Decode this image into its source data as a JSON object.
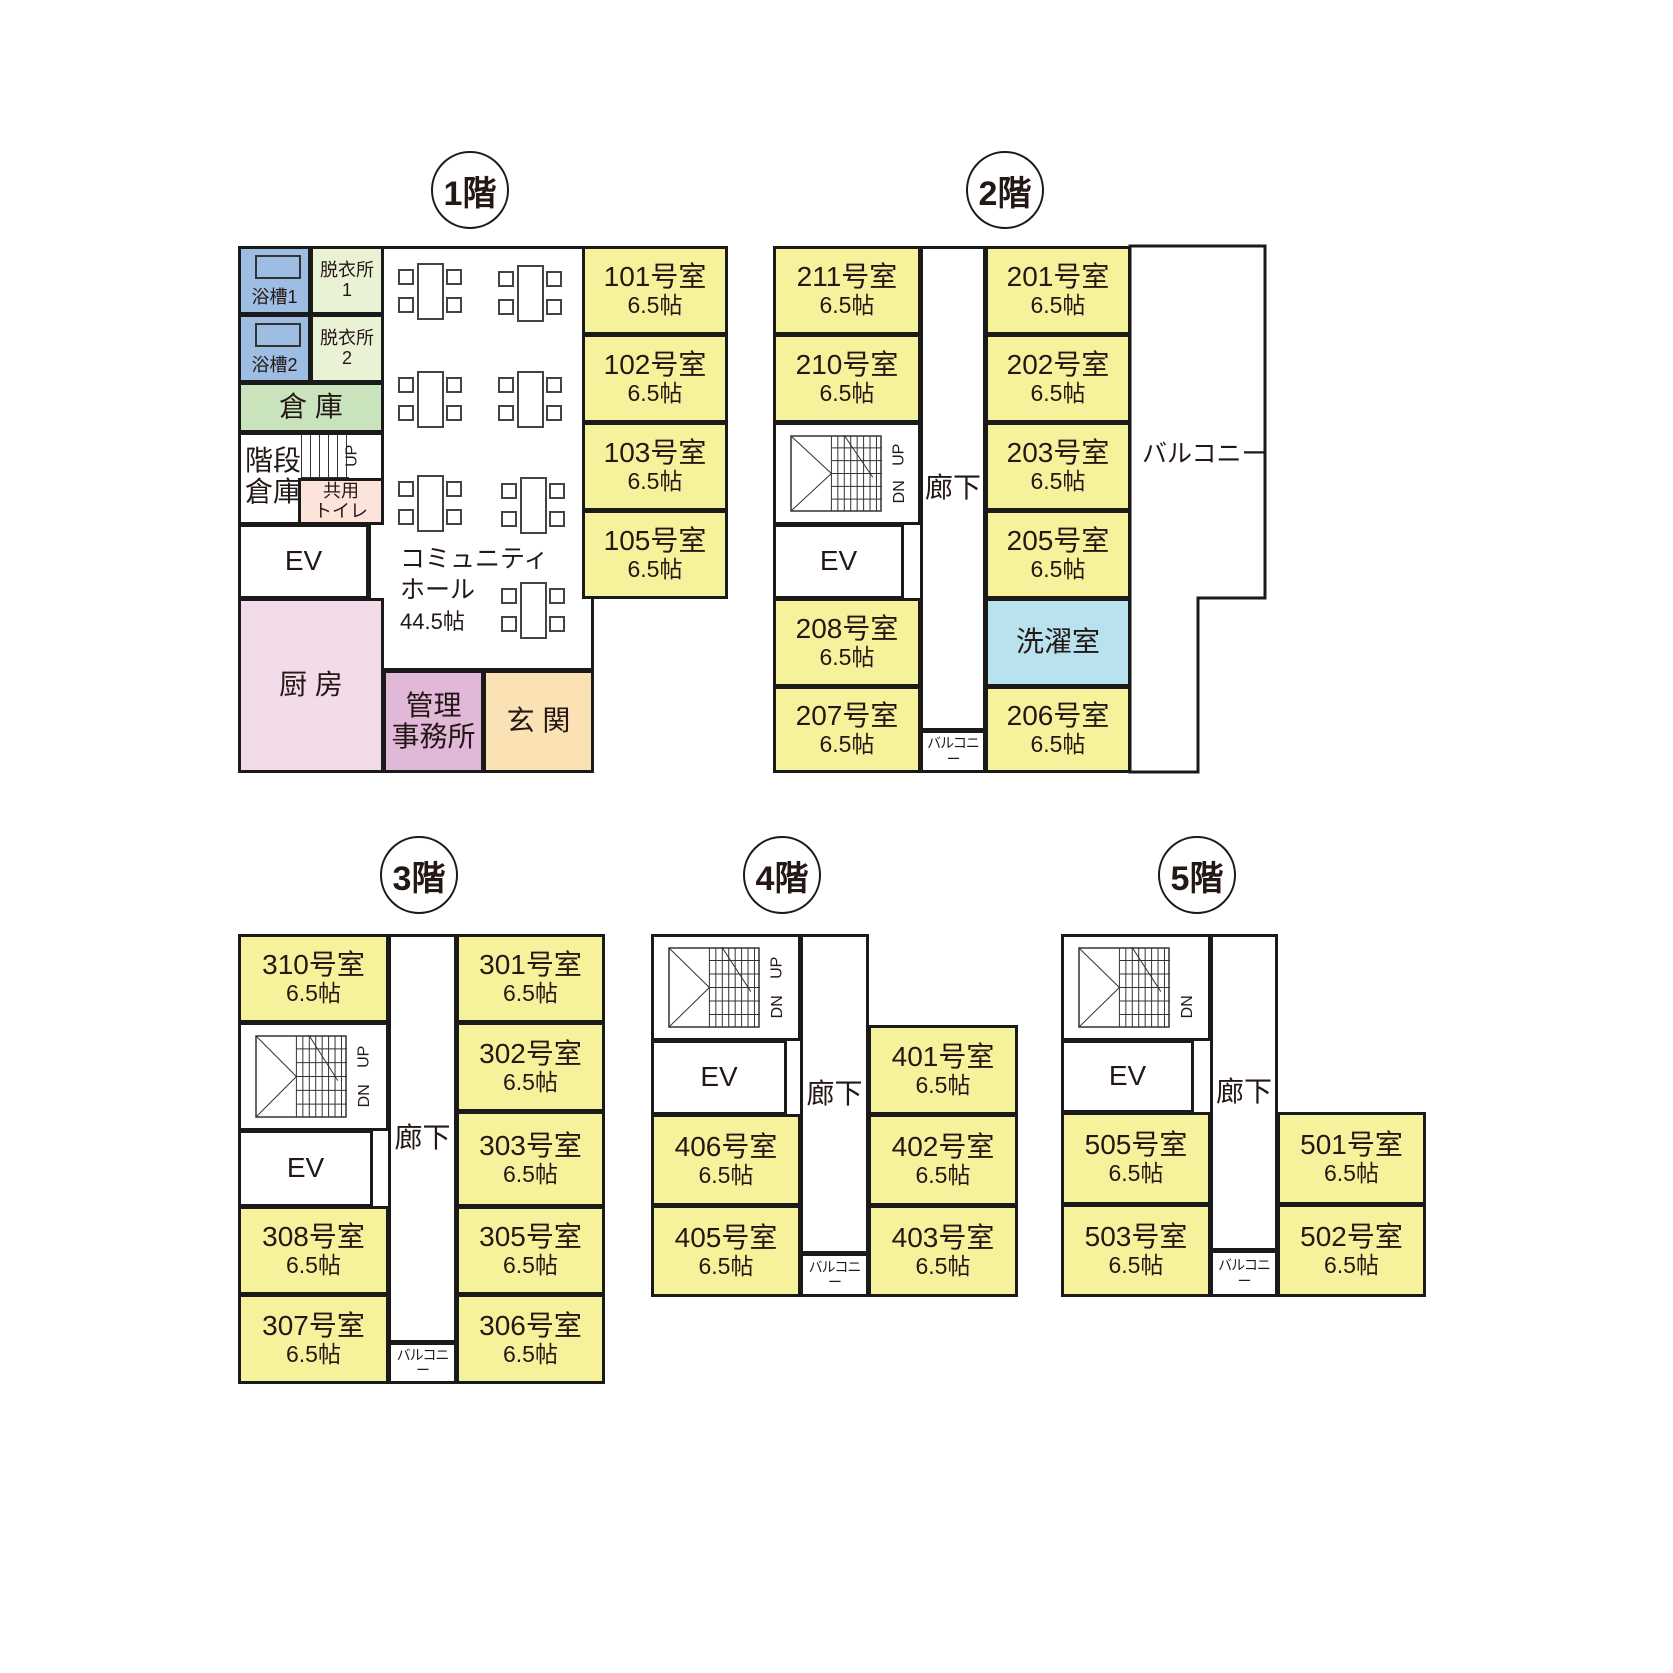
{
  "colors": {
    "room": "#f6f29c",
    "bath": "#9dbde3",
    "changing": "#eaf2d6",
    "storage": "#c9e3bd",
    "toilet": "#fde4da",
    "kitchen": "#f3dcea",
    "office": "#e1b8d8",
    "entrance": "#fae2b4",
    "laundry": "#b9e2ef",
    "white": "#ffffff"
  },
  "floors": [
    {
      "title": "1階",
      "spaces": [
        {
          "label": "浴槽1",
          "type": "bath"
        },
        {
          "label": "脱衣所",
          "sub": "1",
          "type": "changing"
        },
        {
          "label": "浴槽2",
          "type": "bath"
        },
        {
          "label": "脱衣所",
          "sub": "2",
          "type": "changing"
        },
        {
          "label": "倉 庫",
          "type": "storage"
        },
        {
          "label": "階段",
          "sub": "倉庫",
          "type": "white",
          "stair_label": "UP"
        },
        {
          "label": "共用",
          "sub": "トイレ",
          "type": "toilet"
        },
        {
          "label": "EV",
          "type": "white"
        },
        {
          "label": "厨 房",
          "type": "kitchen"
        },
        {
          "label": "管理",
          "sub": "事務所",
          "type": "office"
        },
        {
          "label": "玄 関",
          "type": "entrance"
        },
        {
          "label": "101号室",
          "sub": "6.5帖",
          "type": "room"
        },
        {
          "label": "102号室",
          "sub": "6.5帖",
          "type": "room"
        },
        {
          "label": "103号室",
          "sub": "6.5帖",
          "type": "room"
        },
        {
          "label": "105号室",
          "sub": "6.5帖",
          "type": "room"
        }
      ],
      "hall": {
        "line1": "コミュニティ",
        "line2": "ホール",
        "size": "44.5帖"
      }
    },
    {
      "title": "2階",
      "spaces": [
        {
          "label": "211号室",
          "sub": "6.5帖",
          "type": "room"
        },
        {
          "label": "210号室",
          "sub": "6.5帖",
          "type": "room"
        },
        {
          "type": "stairs",
          "up": "UP",
          "dn": "DN"
        },
        {
          "label": "EV",
          "type": "white"
        },
        {
          "label": "208号室",
          "sub": "6.5帖",
          "type": "room"
        },
        {
          "label": "207号室",
          "sub": "6.5帖",
          "type": "room"
        },
        {
          "label": "廊下",
          "type": "white"
        },
        {
          "label": "バルコニー",
          "type": "white"
        },
        {
          "label": "201号室",
          "sub": "6.5帖",
          "type": "room"
        },
        {
          "label": "202号室",
          "sub": "6.5帖",
          "type": "room"
        },
        {
          "label": "203号室",
          "sub": "6.5帖",
          "type": "room"
        },
        {
          "label": "205号室",
          "sub": "6.5帖",
          "type": "room"
        },
        {
          "label": "洗濯室",
          "type": "laundry"
        },
        {
          "label": "206号室",
          "sub": "6.5帖",
          "type": "room"
        },
        {
          "label": "バルコニー",
          "type": "white"
        }
      ]
    },
    {
      "title": "3階",
      "spaces": [
        {
          "label": "310号室",
          "sub": "6.5帖",
          "type": "room"
        },
        {
          "type": "stairs",
          "up": "UP",
          "dn": "DN"
        },
        {
          "label": "EV",
          "type": "white"
        },
        {
          "label": "308号室",
          "sub": "6.5帖",
          "type": "room"
        },
        {
          "label": "307号室",
          "sub": "6.5帖",
          "type": "room"
        },
        {
          "label": "廊下",
          "type": "white"
        },
        {
          "label": "バルコニー",
          "type": "white"
        },
        {
          "label": "301号室",
          "sub": "6.5帖",
          "type": "room"
        },
        {
          "label": "302号室",
          "sub": "6.5帖",
          "type": "room"
        },
        {
          "label": "303号室",
          "sub": "6.5帖",
          "type": "room"
        },
        {
          "label": "305号室",
          "sub": "6.5帖",
          "type": "room"
        },
        {
          "label": "306号室",
          "sub": "6.5帖",
          "type": "room"
        }
      ]
    },
    {
      "title": "4階",
      "spaces": [
        {
          "type": "stairs",
          "up": "UP",
          "dn": "DN"
        },
        {
          "label": "EV",
          "type": "white"
        },
        {
          "label": "406号室",
          "sub": "6.5帖",
          "type": "room"
        },
        {
          "label": "405号室",
          "sub": "6.5帖",
          "type": "room"
        },
        {
          "label": "廊下",
          "type": "white"
        },
        {
          "label": "バルコニー",
          "type": "white"
        },
        {
          "label": "401号室",
          "sub": "6.5帖",
          "type": "room"
        },
        {
          "label": "402号室",
          "sub": "6.5帖",
          "type": "room"
        },
        {
          "label": "403号室",
          "sub": "6.5帖",
          "type": "room"
        }
      ]
    },
    {
      "title": "5階",
      "spaces": [
        {
          "type": "stairs",
          "dn": "DN"
        },
        {
          "label": "EV",
          "type": "white"
        },
        {
          "label": "505号室",
          "sub": "6.5帖",
          "type": "room"
        },
        {
          "label": "503号室",
          "sub": "6.5帖",
          "type": "room"
        },
        {
          "label": "廊下",
          "type": "white"
        },
        {
          "label": "バルコニー",
          "type": "white"
        },
        {
          "label": "501号室",
          "sub": "6.5帖",
          "type": "room"
        },
        {
          "label": "502号室",
          "sub": "6.5帖",
          "type": "room"
        }
      ]
    }
  ]
}
